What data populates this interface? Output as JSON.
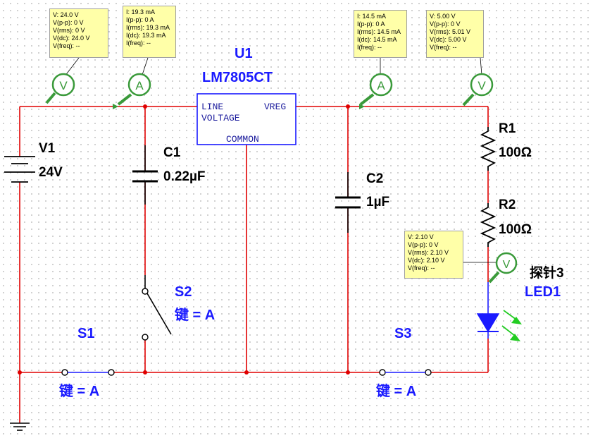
{
  "components": {
    "u1": {
      "ref": "U1",
      "part": "LM7805CT",
      "pin_line": "LINE",
      "pin_voltage": "VOLTAGE",
      "pin_vreg": "VREG",
      "pin_common": "COMMON"
    },
    "v1": {
      "ref": "V1",
      "value": "24V"
    },
    "c1": {
      "ref": "C1",
      "value": "0.22µF"
    },
    "c2": {
      "ref": "C2",
      "value": "1µF"
    },
    "r1": {
      "ref": "R1",
      "value": "100Ω"
    },
    "r2": {
      "ref": "R2",
      "value": "100Ω"
    },
    "led1": {
      "ref": "LED1"
    },
    "s1": {
      "ref": "S1",
      "key": "键 = A"
    },
    "s2": {
      "ref": "S2",
      "key": "键 = A"
    },
    "s3": {
      "ref": "S3",
      "key": "键 = A"
    },
    "probe3": {
      "label": "探针3"
    }
  },
  "probes": [
    {
      "id": "probe-v-input",
      "symbol": "V",
      "lines": [
        "V: 24.0 V",
        "V(p-p): 0 V",
        "V(rms): 0 V",
        "V(dc): 24.0 V",
        "V(freq): --"
      ]
    },
    {
      "id": "probe-a-input",
      "symbol": "A",
      "lines": [
        "I: 19.3 mA",
        "I(p-p): 0 A",
        "I(rms): 19.3 mA",
        "I(dc): 19.3 mA",
        "I(freq): --"
      ]
    },
    {
      "id": "probe-a-output",
      "symbol": "A",
      "lines": [
        "I: 14.5 mA",
        "I(p-p): 0 A",
        "I(rms): 14.5 mA",
        "I(dc): 14.5 mA",
        "I(freq): --"
      ]
    },
    {
      "id": "probe-v-output",
      "symbol": "V",
      "lines": [
        "V: 5.00 V",
        "V(p-p): 0 V",
        "V(rms): 5.01 V",
        "V(dc): 5.00 V",
        "V(freq): --"
      ]
    },
    {
      "id": "probe-v-led",
      "symbol": "V",
      "lines": [
        "V: 2.10 V",
        "V(p-p): 0 V",
        "V(rms): 2.10 V",
        "V(dc): 2.10 V",
        "V(freq): --"
      ]
    }
  ],
  "colors": {
    "wire_red": "#e00000",
    "wire_blue": "#1a1aff",
    "component_black": "#000000",
    "probe_green": "#3a9a3a",
    "probe_fill": "#ffffff",
    "box_fill": "#ffffa8",
    "led_arrow": "#22cc22",
    "junction": "#e00000"
  }
}
